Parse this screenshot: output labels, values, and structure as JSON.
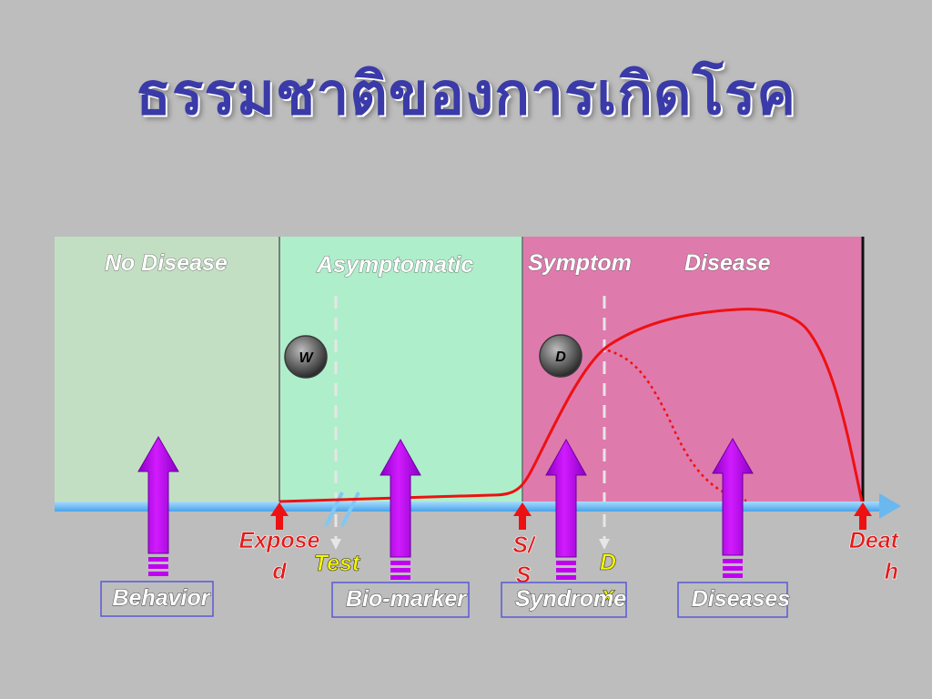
{
  "title": "ธรรมชาติของการเกิดโรค",
  "stages": {
    "no_disease": "No Disease",
    "asymptomatic": "Asymptomatic",
    "symptom": "Symptom",
    "disease": "Disease"
  },
  "markers": {
    "w": "W",
    "d": "D"
  },
  "events": {
    "exposed_1": "Expose",
    "exposed_2": "d",
    "test": "Test",
    "ss_1": "S/",
    "ss_2": "S",
    "dx_1": "D",
    "dx_2": "x",
    "death_1": "Deat",
    "death_2": "h"
  },
  "boxes": {
    "behavior": "Behavior",
    "biomarker": "Bio-marker",
    "syndrome": "Syndrome",
    "diseases": "Diseases"
  },
  "colors": {
    "no_disease_bg": "#c3dfc3",
    "asymptomatic_bg": "#aeeecb",
    "disease_bg": "#df7aad",
    "timeline": "#6ab8ee",
    "curve": "#ee1111",
    "arrow_purple": "#cc00ff"
  }
}
